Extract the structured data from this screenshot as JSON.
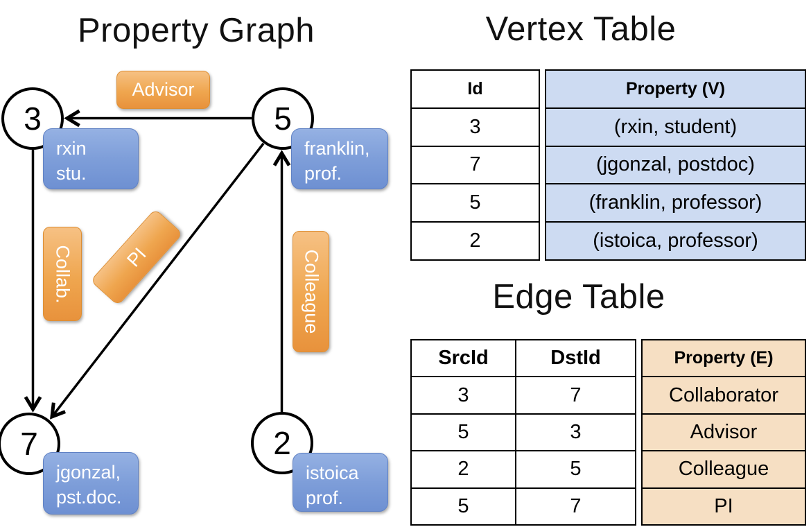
{
  "titles": {
    "graph": "Property Graph",
    "vertex_table": "Vertex Table",
    "edge_table": "Edge Table"
  },
  "graph": {
    "vertices": [
      {
        "id": "3",
        "lines": [
          "rxin",
          "stu."
        ]
      },
      {
        "id": "5",
        "lines": [
          "franklin,",
          "prof."
        ]
      },
      {
        "id": "7",
        "lines": [
          "jgonzal,",
          "pst.doc."
        ]
      },
      {
        "id": "2",
        "lines": [
          "istoica",
          "prof."
        ]
      }
    ],
    "edge_labels": {
      "advisor": "Advisor",
      "collab": "Collab.",
      "pi": "PI",
      "colleague": "Colleague"
    },
    "edges": [
      {
        "from": "5",
        "to": "3",
        "label": "Advisor"
      },
      {
        "from": "3",
        "to": "7",
        "label": "Collab."
      },
      {
        "from": "5",
        "to": "7",
        "label": "PI"
      },
      {
        "from": "2",
        "to": "5",
        "label": "Colleague"
      }
    ]
  },
  "vertex_table": {
    "headers": {
      "id": "Id",
      "property": "Property (V)"
    },
    "rows": [
      {
        "id": "3",
        "property": "(rxin, student)"
      },
      {
        "id": "7",
        "property": "(jgonzal, postdoc)"
      },
      {
        "id": "5",
        "property": "(franklin, professor)"
      },
      {
        "id": "2",
        "property": "(istoica, professor)"
      }
    ]
  },
  "edge_table": {
    "headers": {
      "src": "SrcId",
      "dst": "DstId",
      "property": "Property (E)"
    },
    "rows": [
      {
        "src": "3",
        "dst": "7",
        "property": "Collaborator"
      },
      {
        "src": "5",
        "dst": "3",
        "property": "Advisor"
      },
      {
        "src": "2",
        "dst": "5",
        "property": "Colleague"
      },
      {
        "src": "5",
        "dst": "7",
        "property": "PI"
      }
    ]
  },
  "colors": {
    "edge_label_fill": "#EFA64F",
    "vertex_box_fill": "#7E9ED9",
    "vertex_table_fill": "#CDDBF2",
    "edge_table_fill": "#F6DFC3",
    "line": "#000000"
  }
}
